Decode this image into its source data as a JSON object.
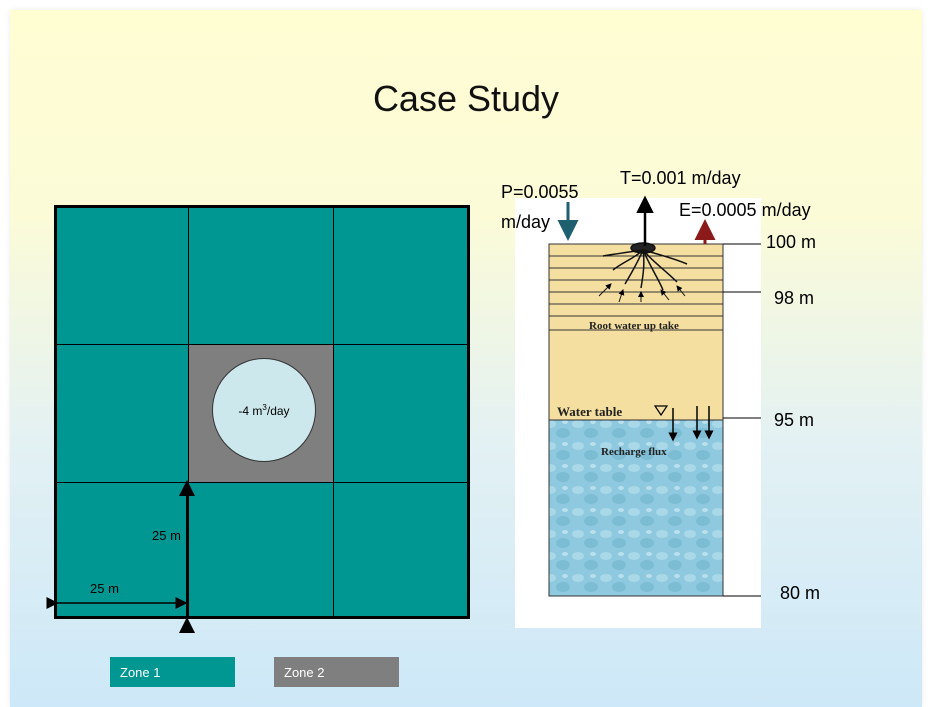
{
  "slide": {
    "title": "Case Study"
  },
  "grid": {
    "well_label_prefix": "-4 m",
    "well_label_sup": "3",
    "well_label_suffix": "/day",
    "dim_vertical": "25 m",
    "dim_horizontal": "25 m"
  },
  "profile": {
    "precip_line1": "P=0.0055",
    "precip_line2": "m/day",
    "transpiration": "T=0.001 m/day",
    "evaporation": "E=0.0005 m/day",
    "depth_100": "100 m",
    "depth_98": "98 m",
    "depth_95": "95 m",
    "depth_80": "80 m",
    "root_uptake": "Root water up take",
    "water_table": "Water table",
    "recharge": "Recharge flux"
  },
  "legend": {
    "zone1": "Zone 1",
    "zone2": "Zone 2"
  },
  "colors": {
    "zone1": "#009692",
    "zone2": "#7f7f7f",
    "well": "#cde8ec",
    "soil": "#f4dfa0",
    "water": "#8ec9df",
    "precip_arrow": "#1f6070",
    "evap_arrow": "#8b1a1a"
  }
}
